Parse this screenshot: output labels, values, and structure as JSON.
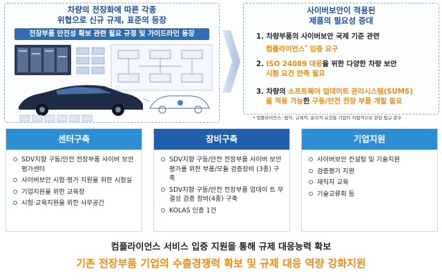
{
  "left": {
    "title_line1": "차량의 전장화에 따른 각종",
    "title_line2": "위협으로 신규 규제, 표준의 등장",
    "banner": "전장부품 안전성 확보 관련 필요 규정 및 가이드라인 등장"
  },
  "right": {
    "title_line1": "사이버보안이 적용된",
    "title_line2": "제품의 필요성 증대",
    "items": [
      {
        "l1_a": "1. 차량부품의 사이버보안 국제 기준 관련",
        "l2_hl": "컴플라이언스",
        "l2_sup": "*",
        "l2_hl2": " 입증 요구"
      },
      {
        "l1_a": "2. ",
        "l1_hl": "ISO 24089 대응",
        "l1_b": "을 위한 다양한 차량 보안",
        "l2_hl": "시험 요건 만족 필요"
      },
      {
        "l1_a": "3. 차량의 ",
        "l1_hl": "소프트웨어 업데이트 관리시스템(SUMS)",
        "l2_hl": "을 적용 가능",
        "l2_b": "한 ",
        "l2_hl2": "구동/안전 전장 부품 개발 필요"
      }
    ],
    "footnote": "* 컴플라이언스: 법적, 규제적, 윤리적 요건을 기업이 자발적으로 관련 법규 준수"
  },
  "columns": [
    {
      "title": "센터구축",
      "color": "#2d8ed3",
      "items": [
        "SDV지향 구동/안전 전장부품 사이버 보안 평가센터",
        "사이버보안 시험·평가 지원을 위한 시험실",
        "기업지원을 위한 교육장",
        "시험·교육지원을 위한 사무공간"
      ]
    },
    {
      "title": "장비구축",
      "color": "#1f5fad",
      "items": [
        "SDV지향 구동/안전 전장부품 사이버 보안 평가를 위한 부품/모듈 검증장비 (3종) 구축",
        "SDV지향 구동/안전 전장부품 업데이 트 무결성 검증 장비(4종) 구축",
        "KOLAS 인증 1건"
      ]
    },
    {
      "title": "기업지원",
      "color": "#2d8ed3",
      "items": [
        "사이버보안 컨설팅 및 기술지원",
        "검증평가 지원",
        "재직자 교육",
        "기술교류회 등"
      ]
    }
  ],
  "bottom": {
    "line1": "컴플라이언스 서비스 입증 지원을 통해 규제 대응능력 확보",
    "line2": "기존 전장부품 기업의 수출경쟁력 확보 및 규제 대응 역량 강화지원"
  }
}
